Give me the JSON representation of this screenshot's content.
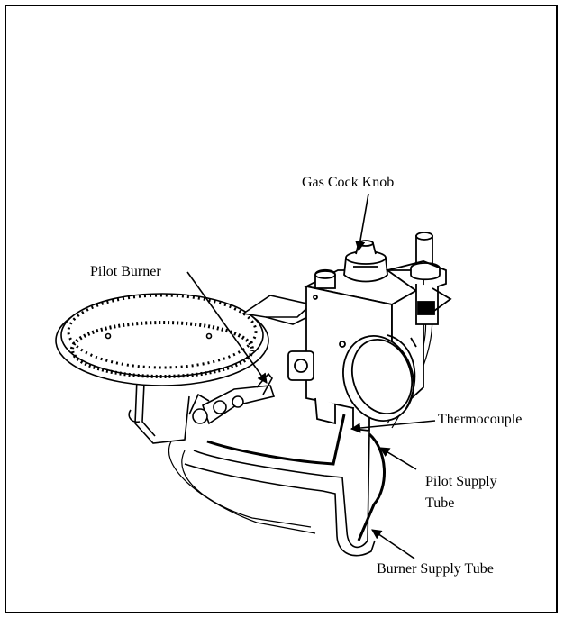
{
  "labels": {
    "gas_cock_knob": "Gas Cock Knob",
    "pilot_burner": "Pilot Burner",
    "thermocouple": "Thermocouple",
    "pilot_supply_tube_line1": "Pilot Supply",
    "pilot_supply_tube_line2": "Tube",
    "burner_supply_tube": "Burner Supply Tube"
  },
  "colors": {
    "stroke": "#000000",
    "background": "#ffffff"
  }
}
